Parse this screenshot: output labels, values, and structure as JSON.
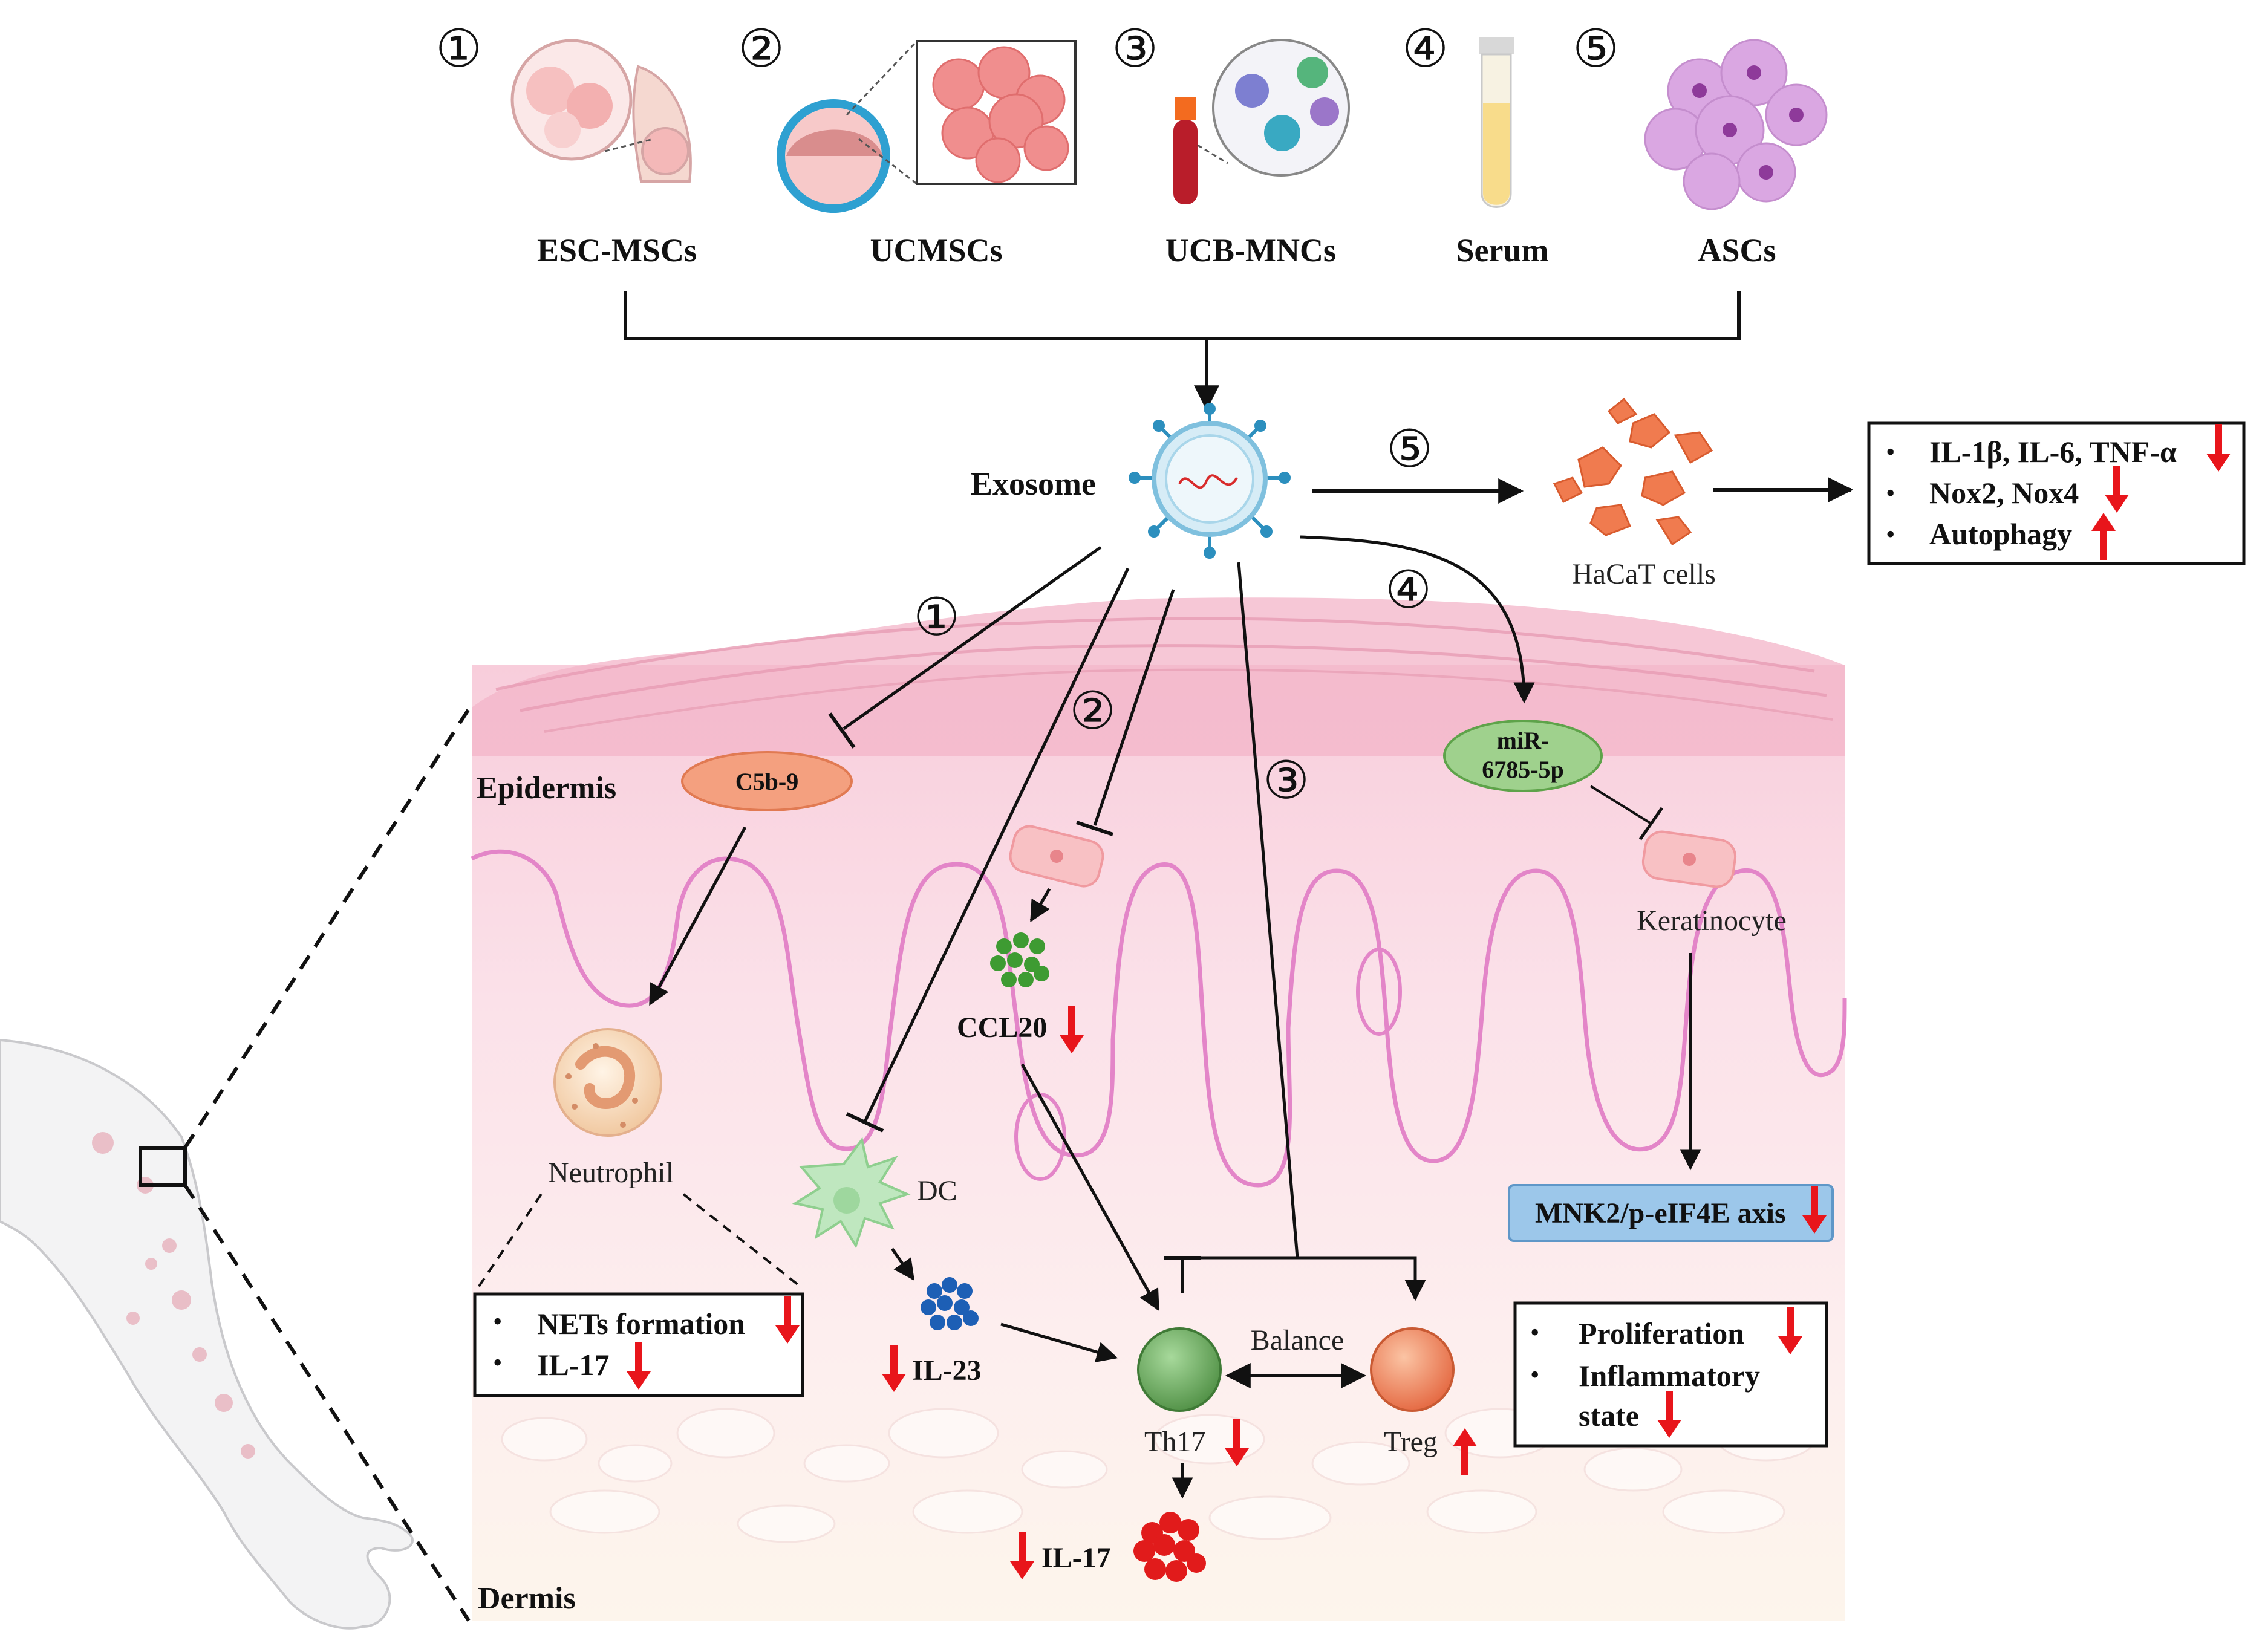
{
  "sources": [
    {
      "num": "①",
      "label": "ESC-MSCs"
    },
    {
      "num": "②",
      "label": "UCMSCs"
    },
    {
      "num": "③",
      "label": "UCB-MNCs"
    },
    {
      "num": "④",
      "label": "Serum"
    },
    {
      "num": "⑤",
      "label": "ASCs"
    }
  ],
  "exosome": {
    "label": "Exosome"
  },
  "pathway_numbers": {
    "p1": "①",
    "p2": "②",
    "p3": "③",
    "p4": "④",
    "p5": "⑤"
  },
  "hacat": {
    "label": "HaCaT cells"
  },
  "hacat_effects": {
    "item1": "IL-1β, IL-6, TNF-α",
    "item2": "Nox2, Nox4",
    "item3": "Autophagy"
  },
  "layers": {
    "epidermis": "Epidermis",
    "dermis": "Dermis"
  },
  "molecules": {
    "c5b9": "C5b-9",
    "mir_line1": "miR-",
    "mir_line2": "6785-5p",
    "ccl20": "CCL20",
    "il23": "IL-23",
    "il17": "IL-17",
    "mnk": "MNK2/p-eIF4E axis"
  },
  "cells": {
    "neutrophil": "Neutrophil",
    "dc": "DC",
    "keratinocyte": "Keratinocyte",
    "th17": "Th17",
    "treg": "Treg",
    "balance": "Balance"
  },
  "neutrophil_effects": {
    "item1": "NETs formation",
    "item2": "IL-17"
  },
  "keratinocyte_effects": {
    "item1": "Proliferation",
    "item2_line1": "Inflammatory",
    "item2_line2": "state"
  },
  "bullet": "•",
  "colors": {
    "down_arrow": "#e8151b",
    "up_arrow": "#e8151b",
    "skin_top": "#f5c3d3",
    "skin_mid": "#fbe3ea",
    "dermis": "#fdf2ef",
    "c5b9_fill": "#f4a07f",
    "mir_fill": "#9fd18d",
    "mnk_fill": "#9cc7ea",
    "th17_fill": "#6aa85f",
    "treg_fill": "#f08a63",
    "ccl20": "#3e9b32",
    "il23": "#1d5fb5",
    "il17": "#e11b1b"
  }
}
